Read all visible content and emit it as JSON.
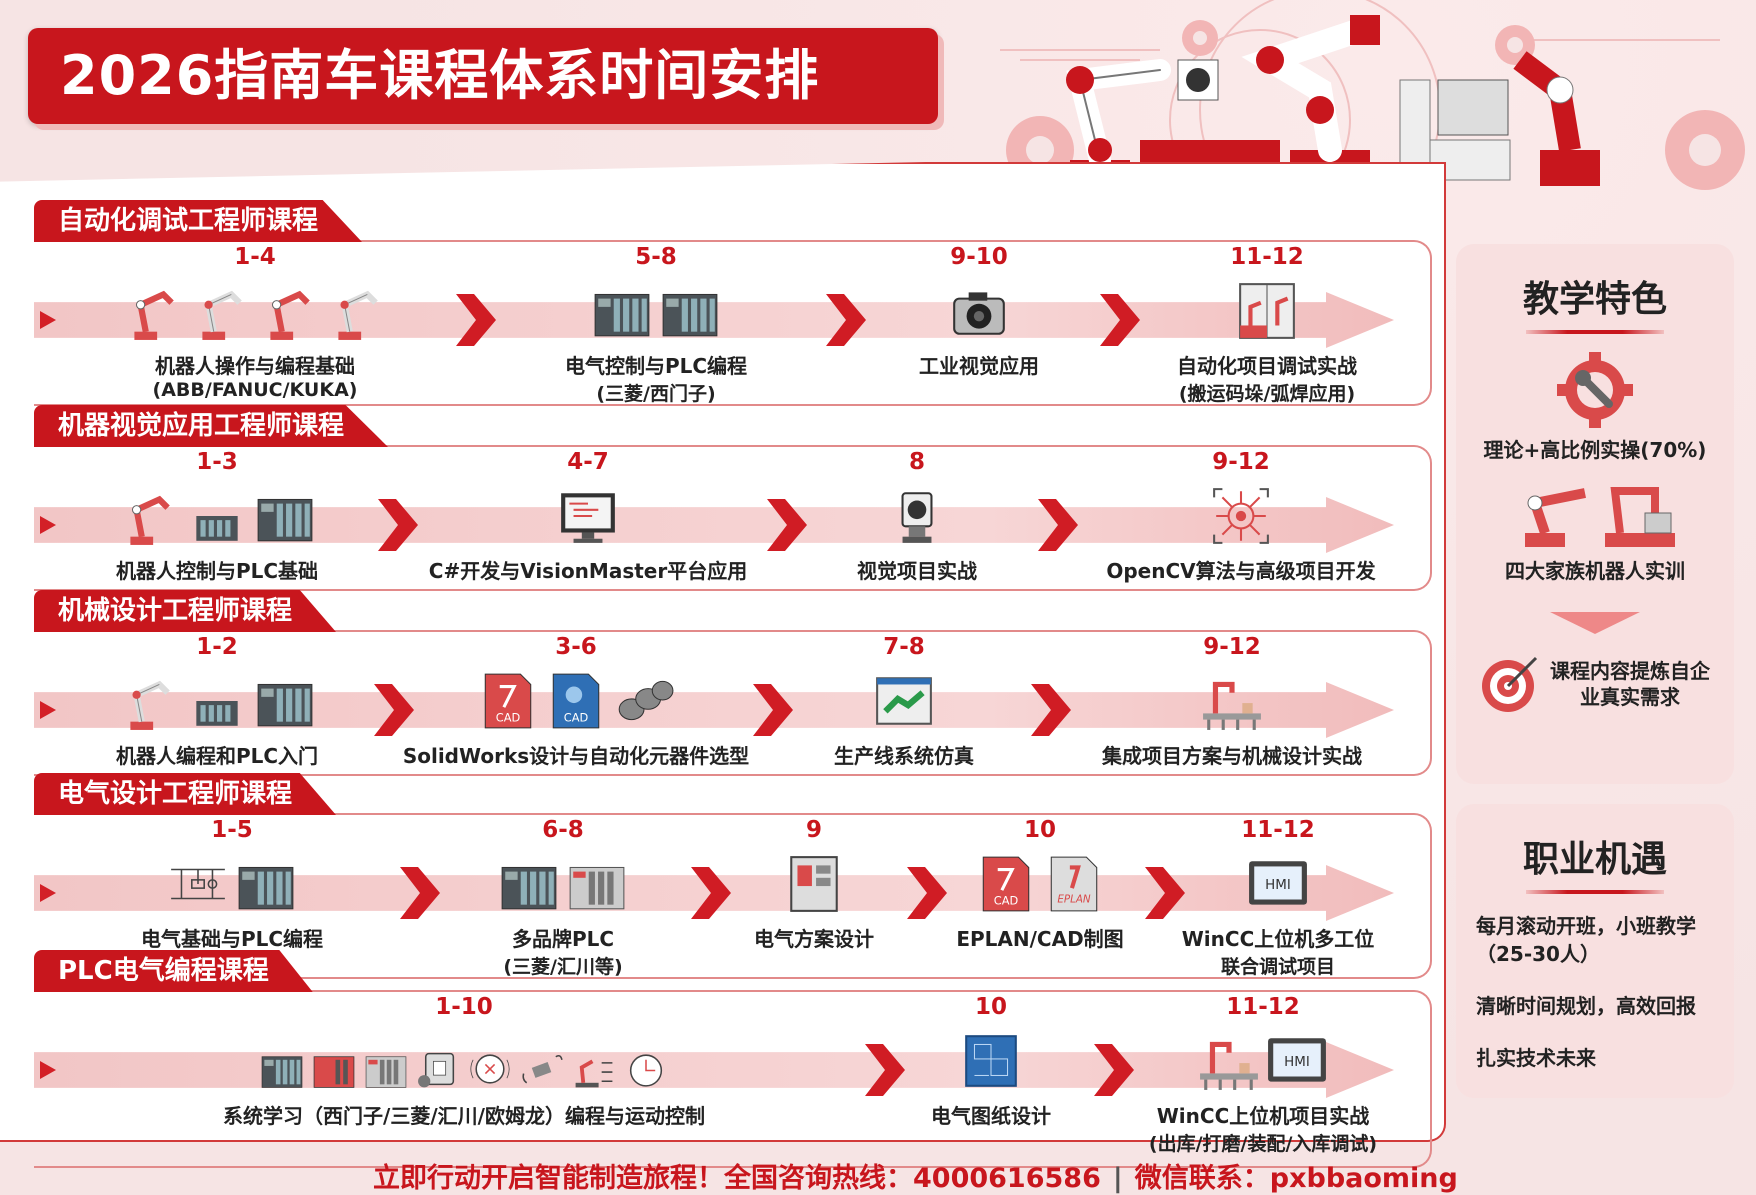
{
  "title": "2026指南车课程体系时间安排",
  "colors": {
    "brand_red": "#c8161d",
    "band_pink": "#f2c6c6",
    "panel_bg": "#f8e0e0"
  },
  "sections": [
    {
      "title": "自动化调试工程师课程",
      "stages": [
        {
          "months": "1-4",
          "label": "机器人操作与编程基础",
          "sub": "(ABB/FANUC/KUKA)",
          "icons": [
            "robot-arm-icon",
            "robot-arm-white-icon",
            "robot-arm-icon",
            "robot-arm-white-icon"
          ]
        },
        {
          "months": "5-8",
          "label": "电气控制与PLC编程",
          "sub": "(三菱/西门子)",
          "icons": [
            "plc-rack-icon",
            "plc-rack-icon"
          ]
        },
        {
          "months": "9-10",
          "label": "工业视觉应用",
          "sub": "",
          "icons": [
            "camera-icon"
          ]
        },
        {
          "months": "11-12",
          "label": "自动化项目调试实战",
          "sub": "(搬运码垛/弧焊应用)",
          "icons": [
            "robot-cell-icon"
          ]
        }
      ]
    },
    {
      "title": "机器视觉应用工程师课程",
      "stages": [
        {
          "months": "1-3",
          "label": "机器人控制与PLC基础",
          "sub": "",
          "icons": [
            "robot-arm-icon",
            "plc-module-icon",
            "plc-rack-icon"
          ]
        },
        {
          "months": "4-7",
          "label": "C#开发与VisionMaster平台应用",
          "sub": "",
          "icons": [
            "code-monitor-icon"
          ]
        },
        {
          "months": "8",
          "label": "视觉项目实战",
          "sub": "",
          "icons": [
            "vision-camera-icon"
          ]
        },
        {
          "months": "9-12",
          "label": "OpenCV算法与高级项目开发",
          "sub": "",
          "icons": [
            "ai-network-icon"
          ]
        }
      ]
    },
    {
      "title": "机械设计工程师课程",
      "stages": [
        {
          "months": "1-2",
          "label": "机器人编程和PLC入门",
          "sub": "",
          "icons": [
            "robot-arm-white-icon",
            "plc-module-icon",
            "plc-rack-icon"
          ]
        },
        {
          "months": "3-6",
          "label": "SolidWorks设计与自动化元器件选型",
          "sub": "",
          "icons": [
            "cad-file-red-icon",
            "cad-file-blue-icon",
            "cylinders-icon"
          ]
        },
        {
          "months": "7-8",
          "label": "生产线系统仿真",
          "sub": "",
          "icons": [
            "simulation-screen-icon"
          ]
        },
        {
          "months": "9-12",
          "label": "集成项目方案与机械设计实战",
          "sub": "",
          "icons": [
            "production-line-icon"
          ]
        }
      ]
    },
    {
      "title": "电气设计工程师课程",
      "stages": [
        {
          "months": "1-5",
          "label": "电气基础与PLC编程",
          "sub": "",
          "icons": [
            "schematic-icon",
            "plc-rack-icon"
          ]
        },
        {
          "months": "6-8",
          "label": "多品牌PLC",
          "sub": "(三菱/汇川等)",
          "icons": [
            "plc-rack-icon",
            "plc-rack-light-icon"
          ]
        },
        {
          "months": "9",
          "label": "电气方案设计",
          "sub": "",
          "icons": [
            "cabinet-icon"
          ]
        },
        {
          "months": "10",
          "label": "EPLAN/CAD制图",
          "sub": "",
          "icons": [
            "cad-file-red-icon",
            "eplan-file-icon"
          ]
        },
        {
          "months": "11-12",
          "label": "WinCC上位机多工位",
          "sub": "联合调试项目",
          "icons": [
            "hmi-icon"
          ]
        }
      ]
    },
    {
      "title": "PLC电气编程课程",
      "stages": [
        {
          "months": "1-10",
          "label": "系统学习（西门子/三菱/汇川/欧姆龙）编程与运动控制",
          "sub": "",
          "icons": [
            "plc-rack-icon",
            "plc-rack-red-icon",
            "plc-rack-light-icon",
            "servo-drive-icon",
            "encoder-icon",
            "motion-sensor-icon",
            "robot-control-icon",
            "timer-icon"
          ]
        },
        {
          "months": "10",
          "label": "电气图纸设计",
          "sub": "",
          "icons": [
            "blueprint-icon"
          ]
        },
        {
          "months": "11-12",
          "label": "WinCC上位机项目实战",
          "sub": "(出库/打磨/装配/入库调试)",
          "icons": [
            "production-line-icon",
            "hmi-icon"
          ]
        }
      ]
    }
  ],
  "features": {
    "title": "教学特色",
    "items": [
      {
        "icon": "gear-wrench-icon",
        "text": "理论+高比例实操(70%)"
      },
      {
        "icon": "robots-icon",
        "text": "四大家族机器人实训"
      },
      {
        "icon": "target-icon",
        "text": "课程内容提炼自企业真实需求"
      }
    ]
  },
  "career": {
    "title": "职业机遇",
    "items": [
      "每月滚动开班，小班教学（25-30人）",
      "清晰时间规划，高效回报",
      "扎实技术未来"
    ]
  },
  "footer": {
    "slogan": "立即行动开启智能制造旅程！全国咨询热线：4000616586",
    "separator": "|",
    "wechat": "微信联系：pxbbaoming"
  }
}
